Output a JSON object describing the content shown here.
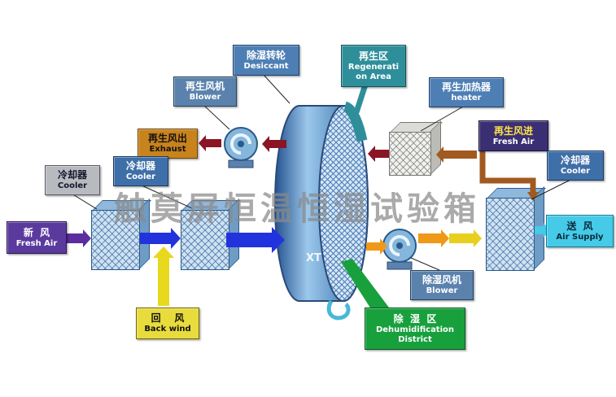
{
  "labels": {
    "desiccant": {
      "zh": "除湿转轮",
      "en": "Desiccant"
    },
    "regen_area": {
      "zh": "再生区",
      "en_line1": "Regenerati",
      "en_line2": "on Area"
    },
    "regen_blower": {
      "zh": "再生风机",
      "en": "Blower"
    },
    "regen_heater": {
      "zh": "再生加热器",
      "en": "heater"
    },
    "regen_exhaust": {
      "zh": "再生风出",
      "en": "Exhaust"
    },
    "regen_inlet": {
      "zh": "再生风进",
      "en": "Fresh Air"
    },
    "cooler_left": {
      "zh": "冷却器",
      "en": "Cooler"
    },
    "cooler_mid": {
      "zh": "冷却器",
      "en": "Cooler"
    },
    "cooler_right": {
      "zh": "冷却器",
      "en": "Cooler"
    },
    "fresh_air": {
      "zh": "新  风",
      "en": "Fresh Air"
    },
    "back_wind": {
      "zh": "回    风",
      "en": "Back wind"
    },
    "dehumid_blower": {
      "zh": "除湿风机",
      "en": "Blower"
    },
    "dehumid_area": {
      "zh": "除  湿  区",
      "en_line1": "Dehumidification",
      "en_line2": "District"
    },
    "air_supply": {
      "zh": "送  风",
      "en": "Air Supply"
    }
  },
  "watermark": {
    "main": "触莫屏恒温恒湿试验箱",
    "corner": "XT"
  },
  "colors": {
    "process_air": "#2233dd",
    "regen_air_hot": "#8a1525",
    "regen_air_warm": "#a2591f",
    "supply_warm": "#f09818",
    "return_air": "#e8d81e",
    "supply_out": "#45cae8",
    "fresh_in": "#5b2d9e",
    "regen_sector": "#2e8f9b",
    "dehumid_zone": "#17a03c",
    "wheel_blue": "#3a6ea5"
  }
}
